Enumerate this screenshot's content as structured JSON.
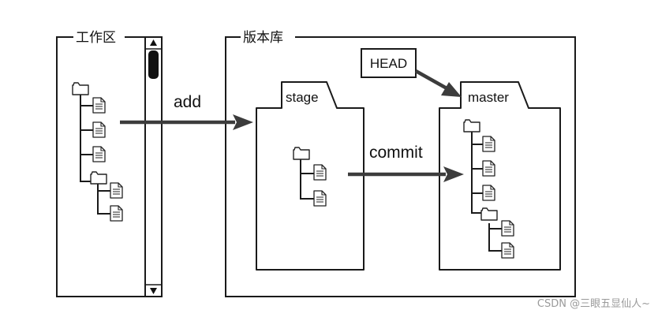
{
  "workspace": {
    "label": "工作区"
  },
  "repository": {
    "label": "版本库"
  },
  "stage": {
    "label": "stage"
  },
  "master": {
    "label": "master"
  },
  "head": {
    "label": "HEAD"
  },
  "arrows": {
    "add_label": "add",
    "commit_label": "commit"
  },
  "watermark": {
    "text": "CSDN @三眼五显仙人~"
  },
  "colors": {
    "stroke": "#1a1a1a",
    "arrow": "#3c3c3c",
    "background": "#ffffff"
  },
  "icons": {
    "folder": "folder-icon",
    "file": "file-icon"
  }
}
